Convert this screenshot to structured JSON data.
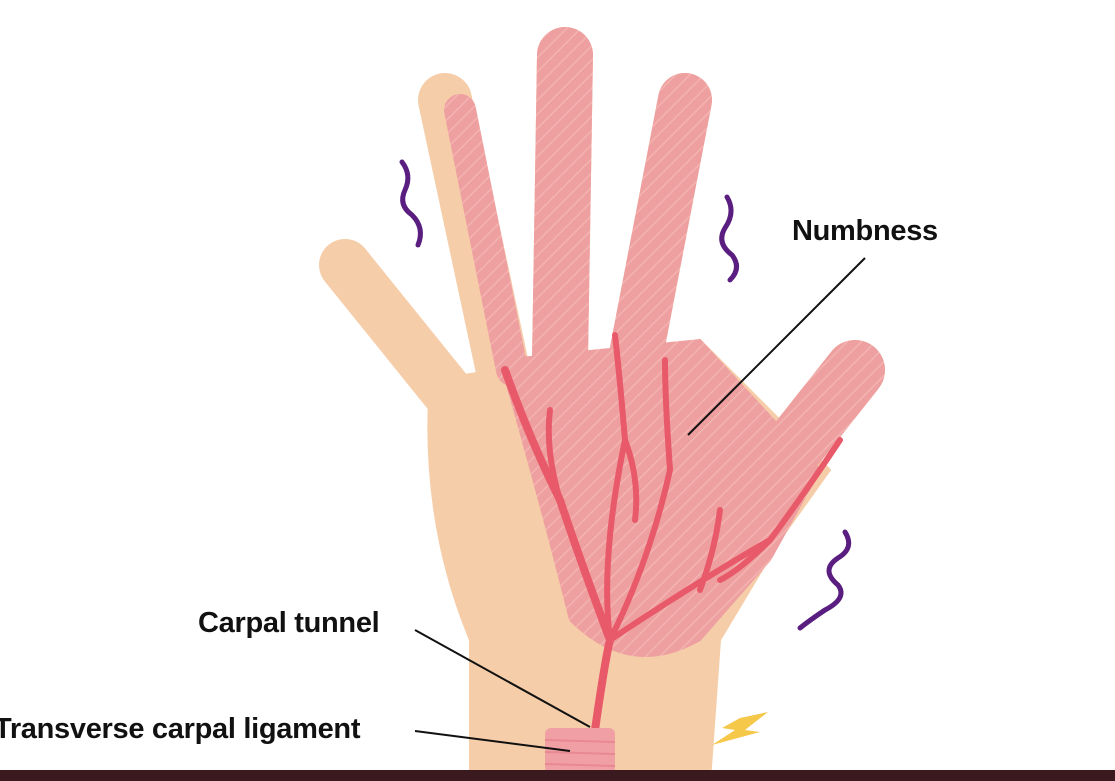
{
  "labels": {
    "numbness": "Numbness",
    "carpal_tunnel": "Carpal tunnel",
    "transverse_carpal_ligament": "Transverse carpal ligament"
  },
  "colors": {
    "skin": "#f6cda9",
    "skin_shadow": "#eeb88e",
    "numb_area": "#eea0a0",
    "nerve": "#e85a6a",
    "ligament": "#f0a0a4",
    "tingle": "#5a1d80",
    "spark": "#f5c84a",
    "bottom_bar": "#3a1a1e"
  }
}
